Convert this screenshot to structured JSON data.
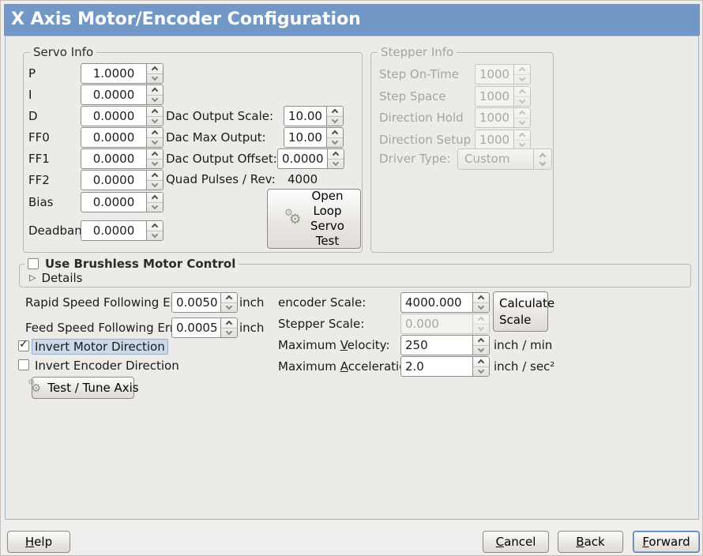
{
  "window": {
    "title": "X Axis Motor/Encoder Configuration"
  },
  "icons": {
    "gear": "⚙",
    "expander": "▷",
    "check": "✓"
  },
  "colors": {
    "titlebar": "#7397c7",
    "focus_highlight": "#ccd9e9",
    "content_bg": "#edebe8"
  },
  "servo_info": {
    "frame_label": "Servo Info",
    "rows": [
      {
        "label": "P",
        "value": "1.0000"
      },
      {
        "label": "I",
        "value": "0.0000"
      },
      {
        "label": "D",
        "value": "0.0000"
      },
      {
        "label": "FF0",
        "value": "0.0000"
      },
      {
        "label": "FF1",
        "value": "0.0000"
      },
      {
        "label": "FF2",
        "value": "0.0000"
      },
      {
        "label": "Bias",
        "value": "0.0000"
      },
      {
        "label": "Deadband",
        "value": "0.0000"
      }
    ]
  },
  "dac": {
    "scale_label": "Dac Output Scale:",
    "scale_value": "10.00",
    "max_label": "Dac Max Output:",
    "max_value": "10.00",
    "offset_label": "Dac Output Offset:",
    "offset_value": "0.0000",
    "quad_label": "Quad Pulses / Rev:",
    "quad_value": "4000",
    "open_loop_button": "Open\nLoop\nServo\nTest"
  },
  "stepper_info": {
    "frame_label": "Stepper Info",
    "rows": [
      {
        "label": "Step On-Time",
        "value": "1000"
      },
      {
        "label": "Step Space",
        "value": "1000"
      },
      {
        "label": "Direction Hold",
        "value": "1000"
      },
      {
        "label": "Direction Setup",
        "value": "1000"
      }
    ],
    "driver_type_label": "Driver Type:",
    "driver_type_value": "Custom"
  },
  "brushless": {
    "checkbox_label": "Use Brushless Motor Control",
    "details_label": "Details"
  },
  "following_error": {
    "rapid_label": "Rapid Speed Following Error:",
    "rapid_value": "0.0050",
    "rapid_unit": "inch",
    "feed_label": "Feed Speed Following Error:",
    "feed_value": "0.0005",
    "feed_unit": "inch"
  },
  "direction": {
    "invert_motor_label": "Invert Motor Direction",
    "invert_encoder_label": "Invert Encoder Direction",
    "test_tune_button": "Test / Tune Axis"
  },
  "scales": {
    "encoder_label": "encoder Scale:",
    "encoder_value": "4000.000",
    "calculate_button": "Calculate\nScale",
    "stepper_label": "Stepper Scale:",
    "stepper_value": "0.000",
    "velocity_prefix": "Maximum ",
    "velocity_mnemonic": "V",
    "velocity_rest": "elocity:",
    "velocity_value": "250",
    "velocity_unit": "inch / min",
    "accel_prefix": "Maximum ",
    "accel_mnemonic": "A",
    "accel_rest": "cceleration:",
    "accel_value": "2.0",
    "accel_unit": "inch / sec²"
  },
  "action_buttons": {
    "help": {
      "mnemonic": "H",
      "rest": "elp"
    },
    "cancel": {
      "mnemonic": "C",
      "rest": "ancel"
    },
    "back": {
      "mnemonic": "B",
      "rest": "ack"
    },
    "forward": {
      "mnemonic": "F",
      "rest": "orward"
    }
  }
}
